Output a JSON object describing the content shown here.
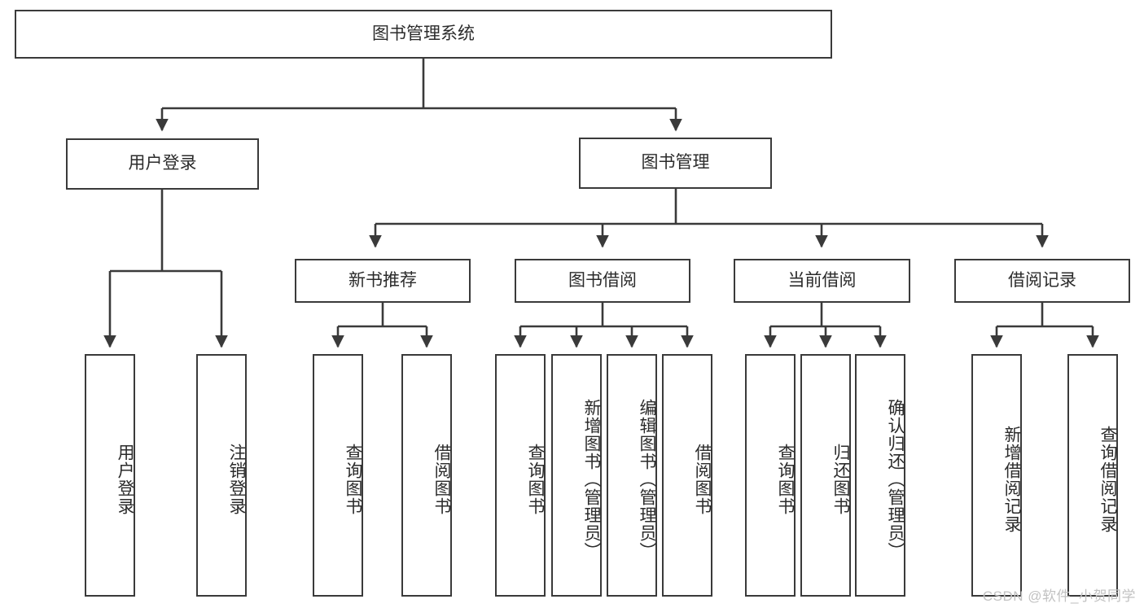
{
  "diagram": {
    "type": "tree-hierarchy-chart",
    "title": "图书管理系统",
    "stroke_color": "#3a3a3a",
    "fill_color": "#ffffff",
    "text_color": "#2b2b2b",
    "root": {
      "id": "root",
      "label": "图书管理系统"
    },
    "level1": [
      {
        "id": "user-login",
        "label": "用户登录"
      },
      {
        "id": "book-management",
        "label": "图书管理"
      }
    ],
    "level2": [
      {
        "id": "new-book-recommend",
        "label": "新书推荐",
        "parent": "book-management"
      },
      {
        "id": "book-borrow",
        "label": "图书借阅",
        "parent": "book-management"
      },
      {
        "id": "current-borrow",
        "label": "当前借阅",
        "parent": "book-management"
      },
      {
        "id": "borrow-record",
        "label": "借阅记录",
        "parent": "book-management"
      }
    ],
    "leaves": {
      "user_login": [
        {
          "id": "leaf-user-login",
          "label": "用户登录"
        },
        {
          "id": "leaf-logout",
          "label": "注销登录"
        }
      ],
      "new_book_recommend": [
        {
          "id": "leaf-query-book-1",
          "label": "查询图书"
        },
        {
          "id": "leaf-borrow-book-1",
          "label": "借阅图书"
        }
      ],
      "book_borrow": [
        {
          "id": "leaf-query-book-2",
          "label": "查询图书"
        },
        {
          "id": "leaf-add-book",
          "label": "新增图书（管理员）"
        },
        {
          "id": "leaf-edit-book",
          "label": "编辑图书（管理员）"
        },
        {
          "id": "leaf-borrow-book-2",
          "label": "借阅图书"
        }
      ],
      "current_borrow": [
        {
          "id": "leaf-query-book-3",
          "label": "查询图书"
        },
        {
          "id": "leaf-return-book",
          "label": "归还图书"
        },
        {
          "id": "leaf-confirm-return",
          "label": "确认归还（管理员）"
        }
      ],
      "borrow_record": [
        {
          "id": "leaf-add-record",
          "label": "新增借阅记录"
        },
        {
          "id": "leaf-query-record",
          "label": "查询借阅记录"
        }
      ]
    }
  },
  "watermark": {
    "text": "CSDN @软件_小贺同学"
  }
}
